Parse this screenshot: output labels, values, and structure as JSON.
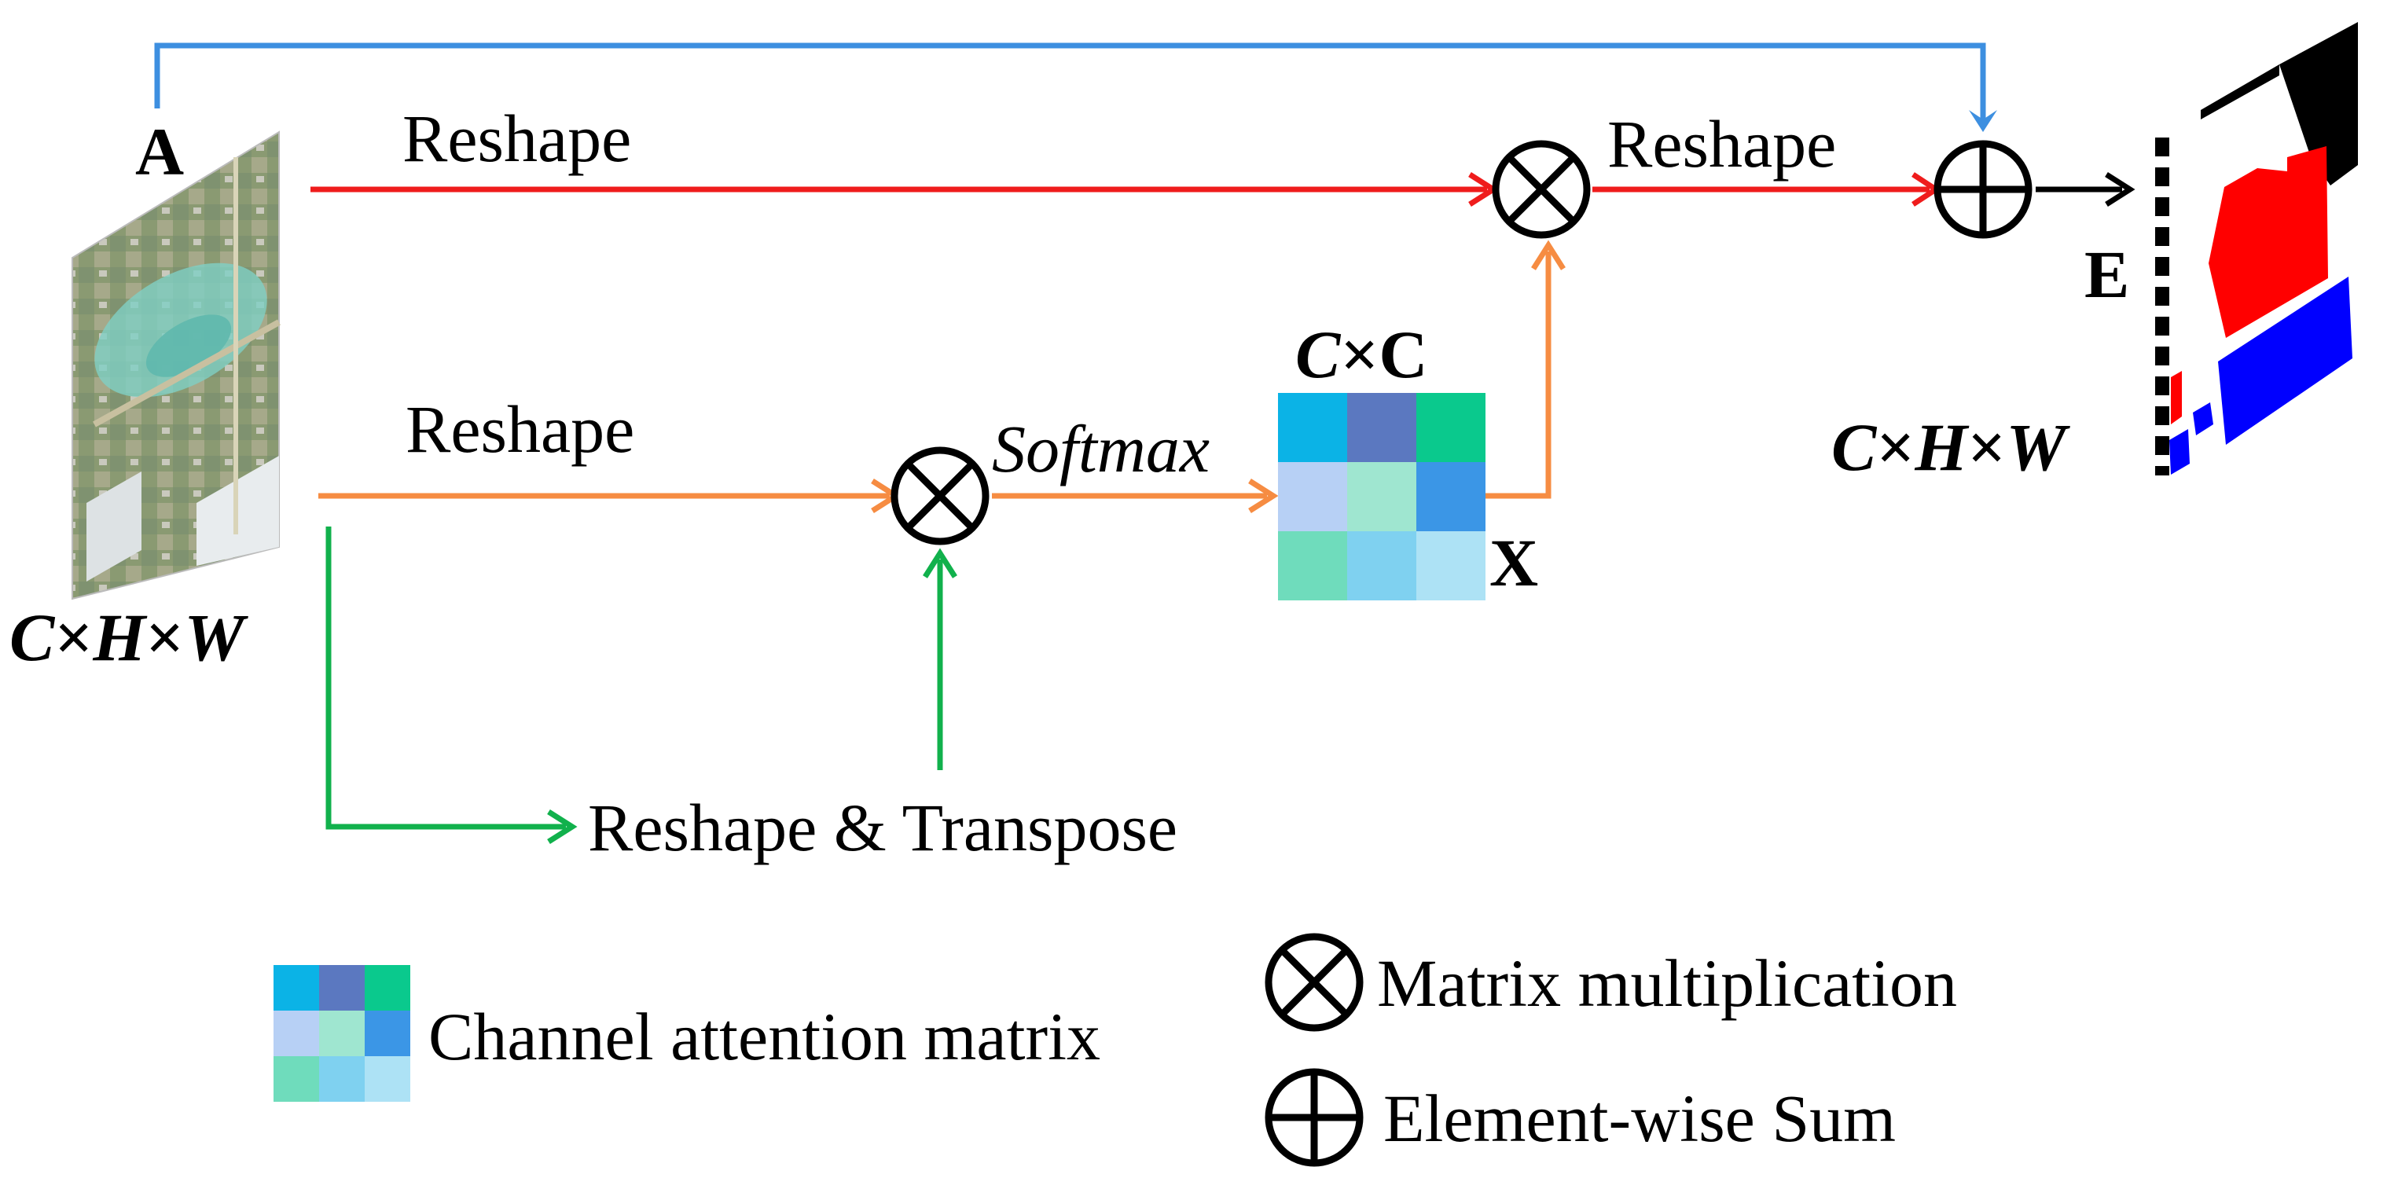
{
  "nodes": {
    "input_label": "A",
    "output_label": "E",
    "attention_label": "X",
    "input_dims": [
      "C",
      "×",
      "H",
      "×",
      "W"
    ],
    "output_dims": [
      "C",
      "×",
      "H",
      "×",
      "W"
    ],
    "matrix_dims": [
      "C",
      "×",
      "C"
    ]
  },
  "edges": {
    "top_reshape": "Reshape",
    "mid_reshape": "Reshape",
    "softmax": "Softmax",
    "after_mult_reshape": "Reshape",
    "transpose": "Reshape & Transpose"
  },
  "legend": {
    "matrix": "Channel attention matrix",
    "multiply": "Matrix multiplication",
    "sum": "Element-wise Sum"
  },
  "matrix_colors": [
    "#0bb3e6",
    "#5b78c0",
    "#0ac98d",
    "#b7d0f5",
    "#9fe6d0",
    "#3b96e6",
    "#6fdcbc",
    "#7fd1f0",
    "#ade2f5"
  ],
  "colors": {
    "red_path": "#ef1c1c",
    "orange_path": "#f68c42",
    "green_path": "#11b14c",
    "blue_path": "#3d8fe0",
    "output_arrow": "#000000",
    "segmentation_red": "#ff0000",
    "segmentation_blue": "#0000ff"
  }
}
